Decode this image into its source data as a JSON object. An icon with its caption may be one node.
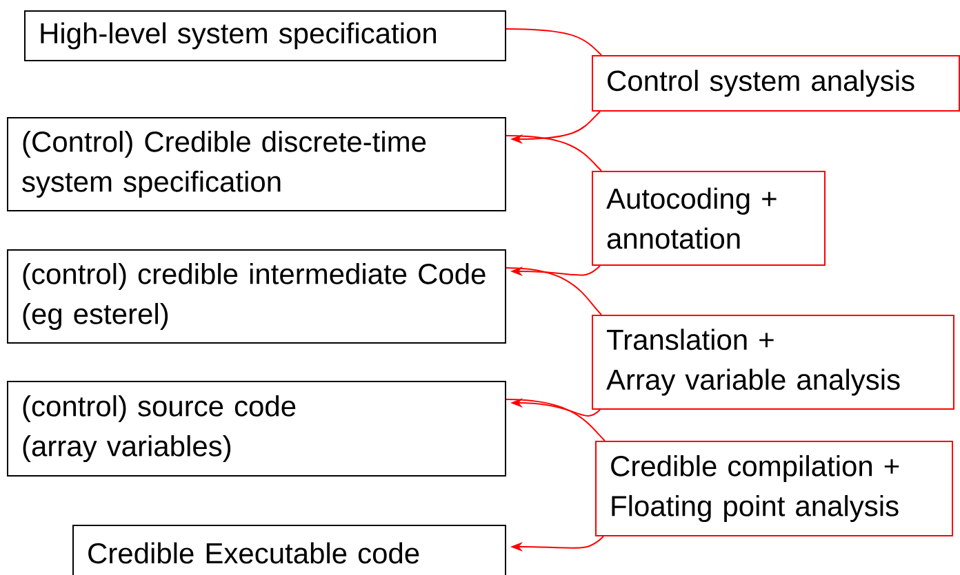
{
  "diagram": {
    "nodes": [
      {
        "text": [
          "High-level system specification"
        ]
      },
      {
        "text": [
          "Control system analysis"
        ]
      },
      {
        "text": [
          "(Control) Credible discrete-time system specification"
        ]
      },
      {
        "text": [
          "Autocoding + annotation"
        ]
      },
      {
        "text": [
          "(control) credible intermediate Code (eg esterel)"
        ]
      },
      {
        "text": [
          "Translation +",
          "Array variable analysis"
        ]
      },
      {
        "text": [
          "(control) source code",
          "(array variables)"
        ]
      },
      {
        "text": [
          "Credible compilation +",
          "Floating point analysis"
        ]
      },
      {
        "text": [
          "Credible Executable code"
        ]
      }
    ],
    "edges": [
      {
        "from": 0,
        "to": 1,
        "arrow": "none"
      },
      {
        "from": 1,
        "to": 2,
        "arrow": "to"
      },
      {
        "from": 2,
        "to": 3,
        "arrow": "none"
      },
      {
        "from": 3,
        "to": 4,
        "arrow": "to"
      },
      {
        "from": 4,
        "to": 5,
        "arrow": "none"
      },
      {
        "from": 5,
        "to": 6,
        "arrow": "to"
      },
      {
        "from": 6,
        "to": 7,
        "arrow": "none"
      },
      {
        "from": 7,
        "to": 8,
        "arrow": "to"
      }
    ]
  }
}
